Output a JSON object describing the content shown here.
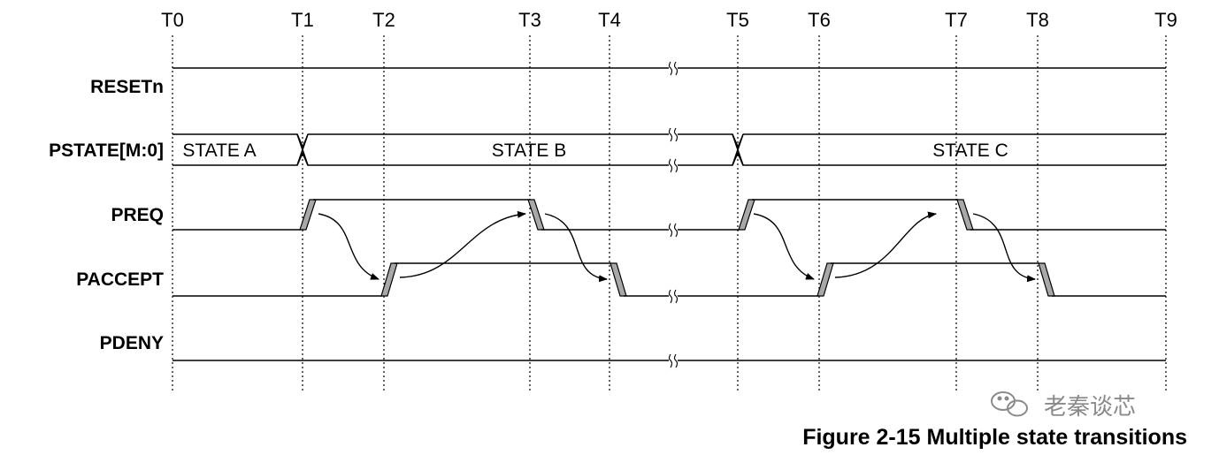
{
  "time_markers": [
    "T0",
    "T1",
    "T2",
    "T3",
    "T4",
    "T5",
    "T6",
    "T7",
    "T8",
    "T9"
  ],
  "signals": {
    "reset": "RESETn",
    "pstate": "PSTATE[M:0]",
    "preq": "PREQ",
    "paccept": "PACCEPT",
    "pdeny": "PDENY"
  },
  "states": [
    "STATE A",
    "STATE B",
    "STATE C"
  ],
  "caption": "Figure 2-15 Multiple state transitions",
  "watermark": "老秦谈芯",
  "colors": {
    "line": "#000000",
    "edge_fill": "#a8a8a8",
    "watermark": "#8a8a8a"
  }
}
